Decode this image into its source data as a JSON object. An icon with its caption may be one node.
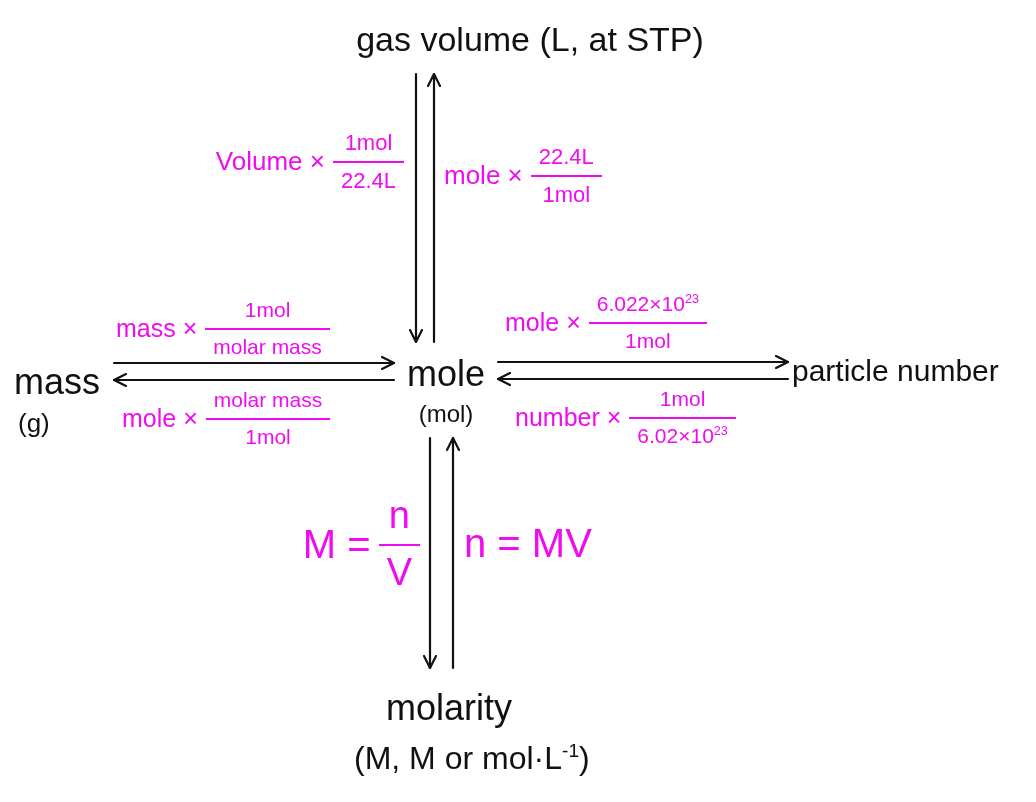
{
  "diagram": {
    "nodes": [
      {
        "text": [
          "gas volume (L, at STP)"
        ]
      },
      {
        "text": [
          "mass",
          "(g)"
        ]
      },
      {
        "text": [
          "mole",
          "(mol)"
        ]
      },
      {
        "text": [
          "particle number"
        ]
      },
      {
        "text": [
          "molarity",
          "(M, M or mol·L$^{-1}$)"
        ]
      }
    ],
    "edges": [
      {
        "from": 0,
        "to": 2,
        "arrow": "to",
        "label": "Volume × 1mol 22.4L"
      },
      {
        "from": 2,
        "to": 0,
        "arrow": "to",
        "label": "mole × 22.4L 1mol"
      },
      {
        "from": 1,
        "to": 2,
        "arrow": "to",
        "label": "mass × 1mol molar mass"
      },
      {
        "from": 2,
        "to": 1,
        "arrow": "to",
        "label": "mole × molar mass 1mol"
      },
      {
        "from": 2,
        "to": 3,
        "arrow": "to",
        "label": "mole × 6.022×10$^{23}$ 1mol"
      },
      {
        "from": 3,
        "to": 2,
        "arrow": "to",
        "label": "number × 1mol 6.02×10$^{23}$"
      },
      {
        "from": 2,
        "to": 4,
        "arrow": "to",
        "label": "M = n V"
      },
      {
        "from": 4,
        "to": 2,
        "arrow": "to",
        "label": "n = MV"
      }
    ]
  }
}
